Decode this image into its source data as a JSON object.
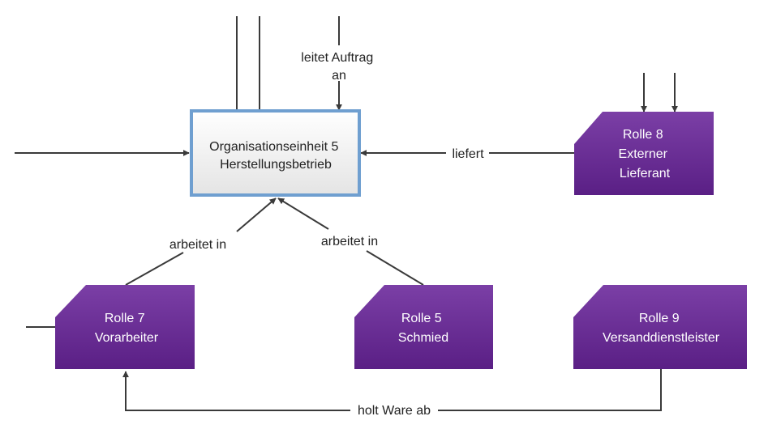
{
  "diagram": {
    "org_unit": {
      "line1": "Organisationseinheit 5",
      "line2": "Herstellungsbetrieb"
    },
    "roles": [
      {
        "id": "rolle8",
        "line1": "Rolle 8",
        "line2": "Externer",
        "line3": "Lieferant"
      },
      {
        "id": "rolle7",
        "line1": "Rolle 7",
        "line2": "Vorarbeiter"
      },
      {
        "id": "rolle5",
        "line1": "Rolle 5",
        "line2": "Schmied"
      },
      {
        "id": "rolle9",
        "line1": "Rolle 9",
        "line2": "Versanddienstleister"
      }
    ],
    "edges": {
      "leitet_auftrag_line1": "leitet Auftrag",
      "leitet_auftrag_line2": "an",
      "liefert": "liefert",
      "arbeitet_in_left": "arbeitet in",
      "arbeitet_in_right": "arbeitet in",
      "holt_ware_ab": "holt Ware ab"
    },
    "colors": {
      "role_fill_top": "#7b3fa6",
      "role_fill_bottom": "#5a1f85",
      "role_text": "#ffffff",
      "org_border": "#6f9fd0",
      "org_fill_top": "#ffffff",
      "org_fill_bottom": "#e6e6e6",
      "line": "#3a3a3a"
    }
  }
}
